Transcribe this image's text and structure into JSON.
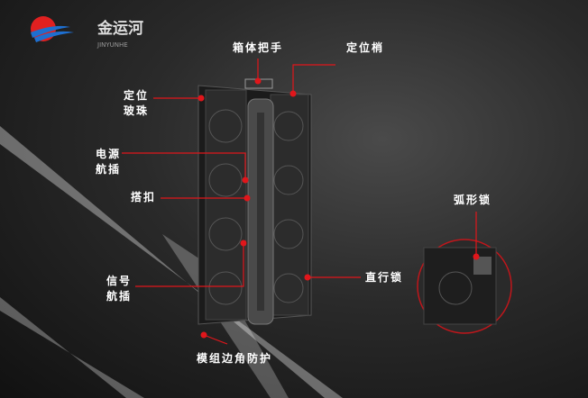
{
  "logo": {
    "brand_cn": "金运河",
    "brand_en": "JINYUNHE",
    "colors": {
      "sun": "#e02020",
      "wave": "#1e6fd0"
    }
  },
  "labels": {
    "handle": "箱体把手",
    "locating_pin": "定位梢",
    "locating_ball": [
      "定位",
      "玻珠"
    ],
    "power_connector": [
      "电源",
      "航插"
    ],
    "buckle": "搭扣",
    "signal_connector": [
      "信号",
      "航插"
    ],
    "straight_lock": "直行锁",
    "arc_lock": "弧形锁",
    "corner_protector": "模组边角防护"
  },
  "colors": {
    "callout": "#e0161b"
  }
}
